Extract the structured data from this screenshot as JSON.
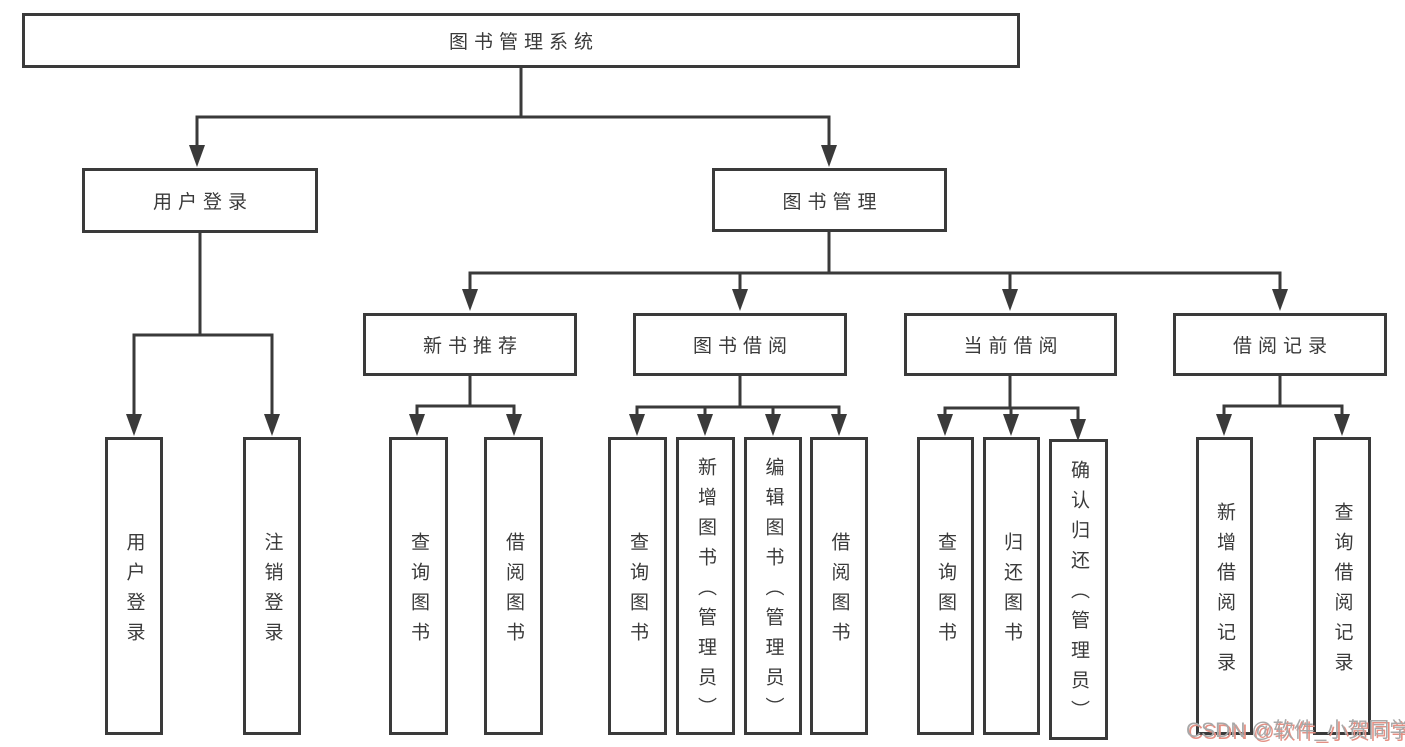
{
  "diagram": {
    "root": {
      "label": "图书管理系统"
    },
    "branches": [
      {
        "label": "用户登录",
        "children": [
          {
            "label": "用户登录"
          },
          {
            "label": "注销登录"
          }
        ]
      },
      {
        "label": "图书管理",
        "children": [
          {
            "label": "新书推荐",
            "children": [
              {
                "label": "查询图书"
              },
              {
                "label": "借阅图书"
              }
            ]
          },
          {
            "label": "图书借阅",
            "children": [
              {
                "label": "查询图书"
              },
              {
                "label": "新增图书（管理员）"
              },
              {
                "label": "编辑图书（管理员）"
              },
              {
                "label": "借阅图书"
              }
            ]
          },
          {
            "label": "当前借阅",
            "children": [
              {
                "label": "查询图书"
              },
              {
                "label": "归还图书"
              },
              {
                "label": "确认归还（管理员）"
              }
            ]
          },
          {
            "label": "借阅记录",
            "children": [
              {
                "label": "新增借阅记录"
              },
              {
                "label": "查询借阅记录"
              }
            ]
          }
        ]
      }
    ]
  },
  "watermark": {
    "text": "CSDN @软件_小贺同学"
  },
  "colors": {
    "line": "#3a3a3a",
    "text": "#3a3a3a",
    "background": "#ffffff",
    "watermark_text": "#a8a8a8",
    "watermark_shadow": "#e49084"
  }
}
